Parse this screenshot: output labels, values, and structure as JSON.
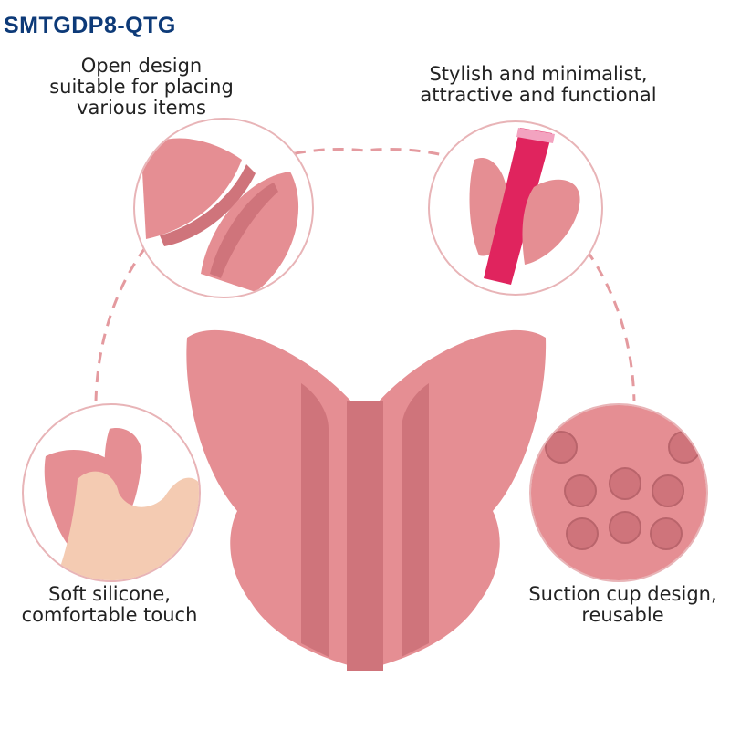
{
  "product": {
    "sku": "SMTGDP8-QTG",
    "sku_color": "#0d3a78",
    "product_color": "#e58e93",
    "product_shadow": "#cf747b",
    "circle_border": "#e8b4b7",
    "dashed_arc_color": "#e49a9f"
  },
  "features": [
    {
      "id": "open-design",
      "lines": [
        "Open design",
        "suitable for placing",
        "various items"
      ]
    },
    {
      "id": "stylish",
      "lines": [
        "Stylish and minimalist,",
        "attractive and functional"
      ]
    },
    {
      "id": "soft-silicone",
      "lines": [
        "Soft silicone,",
        "comfortable touch"
      ]
    },
    {
      "id": "suction-cup",
      "lines": [
        "Suction cup design,",
        "reusable"
      ]
    }
  ],
  "icons": {
    "main": "butterfly-holder-icon",
    "tube": "lipstick-tube-icon",
    "hand": "hand-icon",
    "suction": "suction-cup-icon"
  }
}
